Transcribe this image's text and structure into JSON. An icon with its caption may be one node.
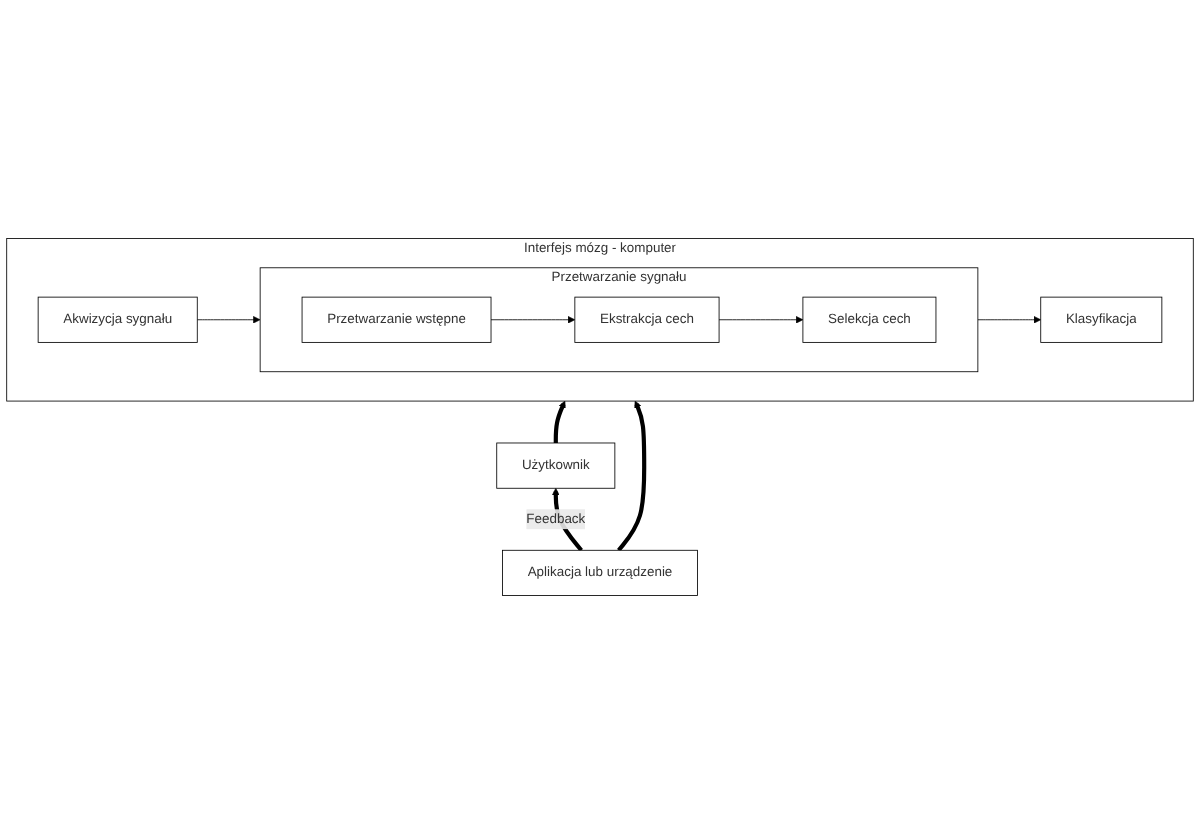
{
  "diagram": {
    "nodes": [
      {
        "text": [
          "Interfejs mózg - komputer"
        ]
      },
      {
        "text": [
          "Przetwarzanie sygnału"
        ],
        "in": 0
      },
      {
        "text": [
          "Przetwarzanie wstępne"
        ],
        "in": 1
      },
      {
        "text": [
          "Ekstrakcja cech"
        ],
        "in": 1
      },
      {
        "text": [
          "Selekcja cech"
        ],
        "in": 1
      },
      {
        "text": [
          "Akwizycja sygnału"
        ],
        "in": 0
      },
      {
        "text": [
          "Klasyfikacja"
        ],
        "in": 0
      },
      {
        "text": [
          "Użytkownik"
        ]
      },
      {
        "text": [
          "Aplikacja lub urządzenie"
        ]
      }
    ],
    "edges": [
      {
        "from": 2,
        "to": 3,
        "arrow": "to"
      },
      {
        "from": 3,
        "to": 4,
        "arrow": "to"
      },
      {
        "from": 5,
        "to": 1,
        "arrow": "to"
      },
      {
        "from": 1,
        "to": 6,
        "arrow": "to"
      },
      {
        "from": 7,
        "to": 0,
        "arrow": "to",
        "style": "thick"
      },
      {
        "from": 8,
        "to": 0,
        "arrow": "to",
        "style": "thick"
      },
      {
        "from": 8,
        "to": 7,
        "arrow": "to",
        "label": "Feedback",
        "style": "thick"
      }
    ]
  }
}
